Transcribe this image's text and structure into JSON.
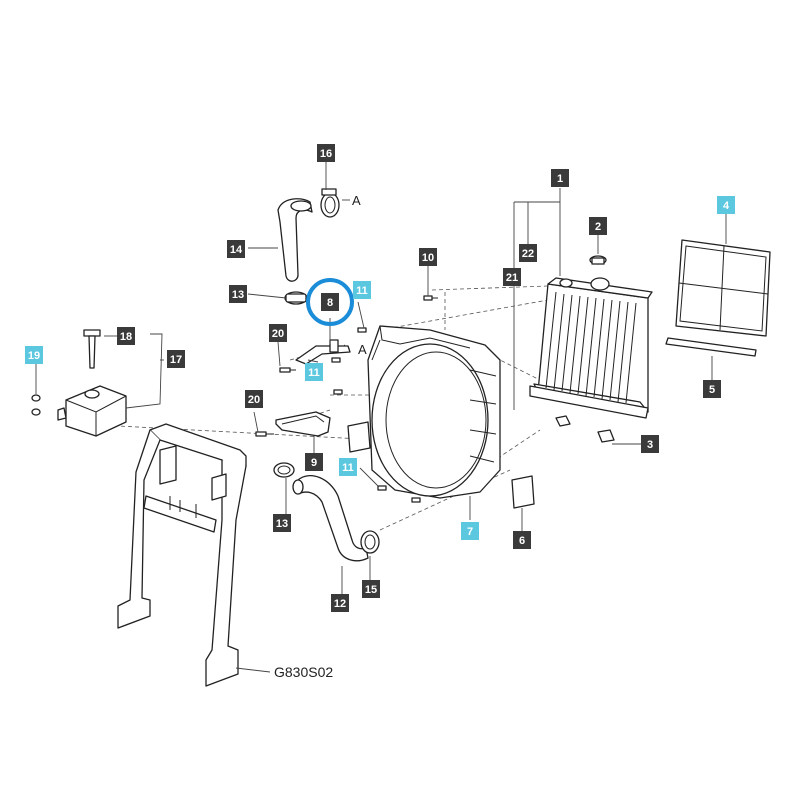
{
  "diagram": {
    "reference_code": "G830S02",
    "arrow_label_top": "A",
    "arrow_label_mid": "A",
    "highlight_color": "#1a8cd8",
    "dark_box_color": "#3a3a3a",
    "cyan_box_color": "#5bc8e0",
    "callouts": [
      {
        "label": "1",
        "style": "dark"
      },
      {
        "label": "2",
        "style": "dark"
      },
      {
        "label": "3",
        "style": "dark"
      },
      {
        "label": "4",
        "style": "cyan"
      },
      {
        "label": "5",
        "style": "dark"
      },
      {
        "label": "6",
        "style": "dark"
      },
      {
        "label": "7",
        "style": "cyan"
      },
      {
        "label": "8",
        "style": "dark",
        "highlighted": true
      },
      {
        "label": "9",
        "style": "dark"
      },
      {
        "label": "10",
        "style": "dark"
      },
      {
        "label": "11",
        "style": "cyan"
      },
      {
        "label": "11",
        "style": "cyan"
      },
      {
        "label": "11",
        "style": "cyan"
      },
      {
        "label": "12",
        "style": "dark"
      },
      {
        "label": "13",
        "style": "dark"
      },
      {
        "label": "13",
        "style": "dark"
      },
      {
        "label": "14",
        "style": "dark"
      },
      {
        "label": "15",
        "style": "dark"
      },
      {
        "label": "16",
        "style": "dark"
      },
      {
        "label": "17",
        "style": "dark"
      },
      {
        "label": "18",
        "style": "dark"
      },
      {
        "label": "19",
        "style": "cyan"
      },
      {
        "label": "20",
        "style": "dark"
      },
      {
        "label": "20",
        "style": "dark"
      },
      {
        "label": "21",
        "style": "dark"
      },
      {
        "label": "22",
        "style": "dark"
      }
    ]
  }
}
